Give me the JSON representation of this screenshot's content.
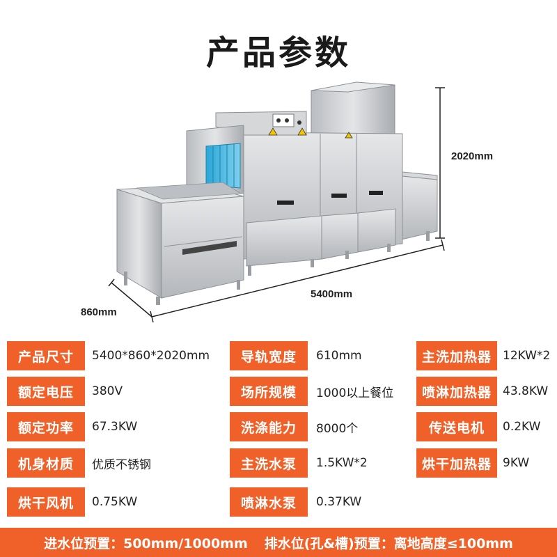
{
  "header": {
    "title": "产品参数"
  },
  "dimensions": {
    "height": "2020mm",
    "length": "5400mm",
    "depth": "860mm"
  },
  "specs": [
    {
      "label": "产品尺寸",
      "value": "5400*860*2020mm"
    },
    {
      "label": "导轨宽度",
      "value": "610mm"
    },
    {
      "label": "主洗加热器",
      "value": "12KW*2"
    },
    {
      "label": "额定电压",
      "value": "380V"
    },
    {
      "label": "场所规模",
      "value": "1000以上餐位"
    },
    {
      "label": "喷淋加热器",
      "value": "43.8KW"
    },
    {
      "label": "额定功率",
      "value": "67.3KW"
    },
    {
      "label": "洗涤能力",
      "value": "8000个"
    },
    {
      "label": "传送电机",
      "value": "0.2KW"
    },
    {
      "label": "机身材质",
      "value": "优质不锈钢"
    },
    {
      "label": "主洗水泵",
      "value": "1.5KW*2"
    },
    {
      "label": "烘干加热器",
      "value": "9KW"
    },
    {
      "label": "烘干风机",
      "value": "0.75KW"
    },
    {
      "label": "喷淋水泵",
      "value": "0.37KW"
    }
  ],
  "footer": {
    "water_in": "进水位预置：500mm/1000mm",
    "drain": "排水位(孔&槽)预置：离地高度≤100mm"
  },
  "colors": {
    "accent": "#f0612a",
    "steel": "#c9cbce"
  }
}
